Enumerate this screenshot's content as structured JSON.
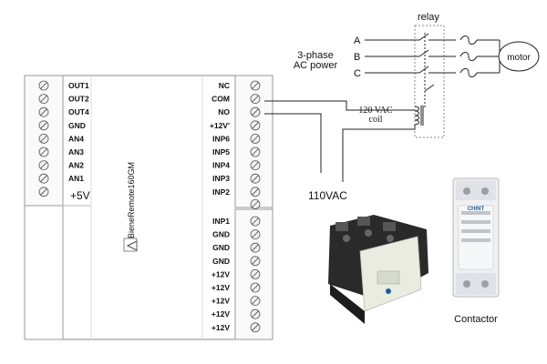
{
  "board": {
    "name": "BieneRemote160GM",
    "left_terminals": [
      "OUT1",
      "OUT2",
      "OUT4",
      "GND",
      "AN4",
      "AN3",
      "AN2",
      "AN1"
    ],
    "left_voltage": "+5V",
    "right_upper_terminals": [
      "NC",
      "COM",
      "NO",
      "+12V'",
      "INP6",
      "INP5",
      "INP4",
      "INP3",
      "INP2"
    ],
    "right_lower_terminals": [
      "INP1",
      "GND",
      "GND",
      "GND",
      "+12V",
      "+12V",
      "+12V",
      "+12V",
      "+12V"
    ]
  },
  "schematic": {
    "relay_label": "relay",
    "power_label_line1": "3-phase",
    "power_label_line2": "AC power",
    "phases": [
      "A",
      "B",
      "C"
    ],
    "motor_label": "motor",
    "coil_label_line1": "120 VAC",
    "coil_label_line2": "coil",
    "supply_label": "110VAC"
  },
  "photos": {
    "contactor_caption": "Contactor",
    "brand_text": "CHINT"
  },
  "colors": {
    "line": "#222222",
    "board_border": "#888888",
    "terminal_fill": "#f2f2f2",
    "contactor_body": "#2a2a2a",
    "contactor_face": "#e9ecdf"
  }
}
